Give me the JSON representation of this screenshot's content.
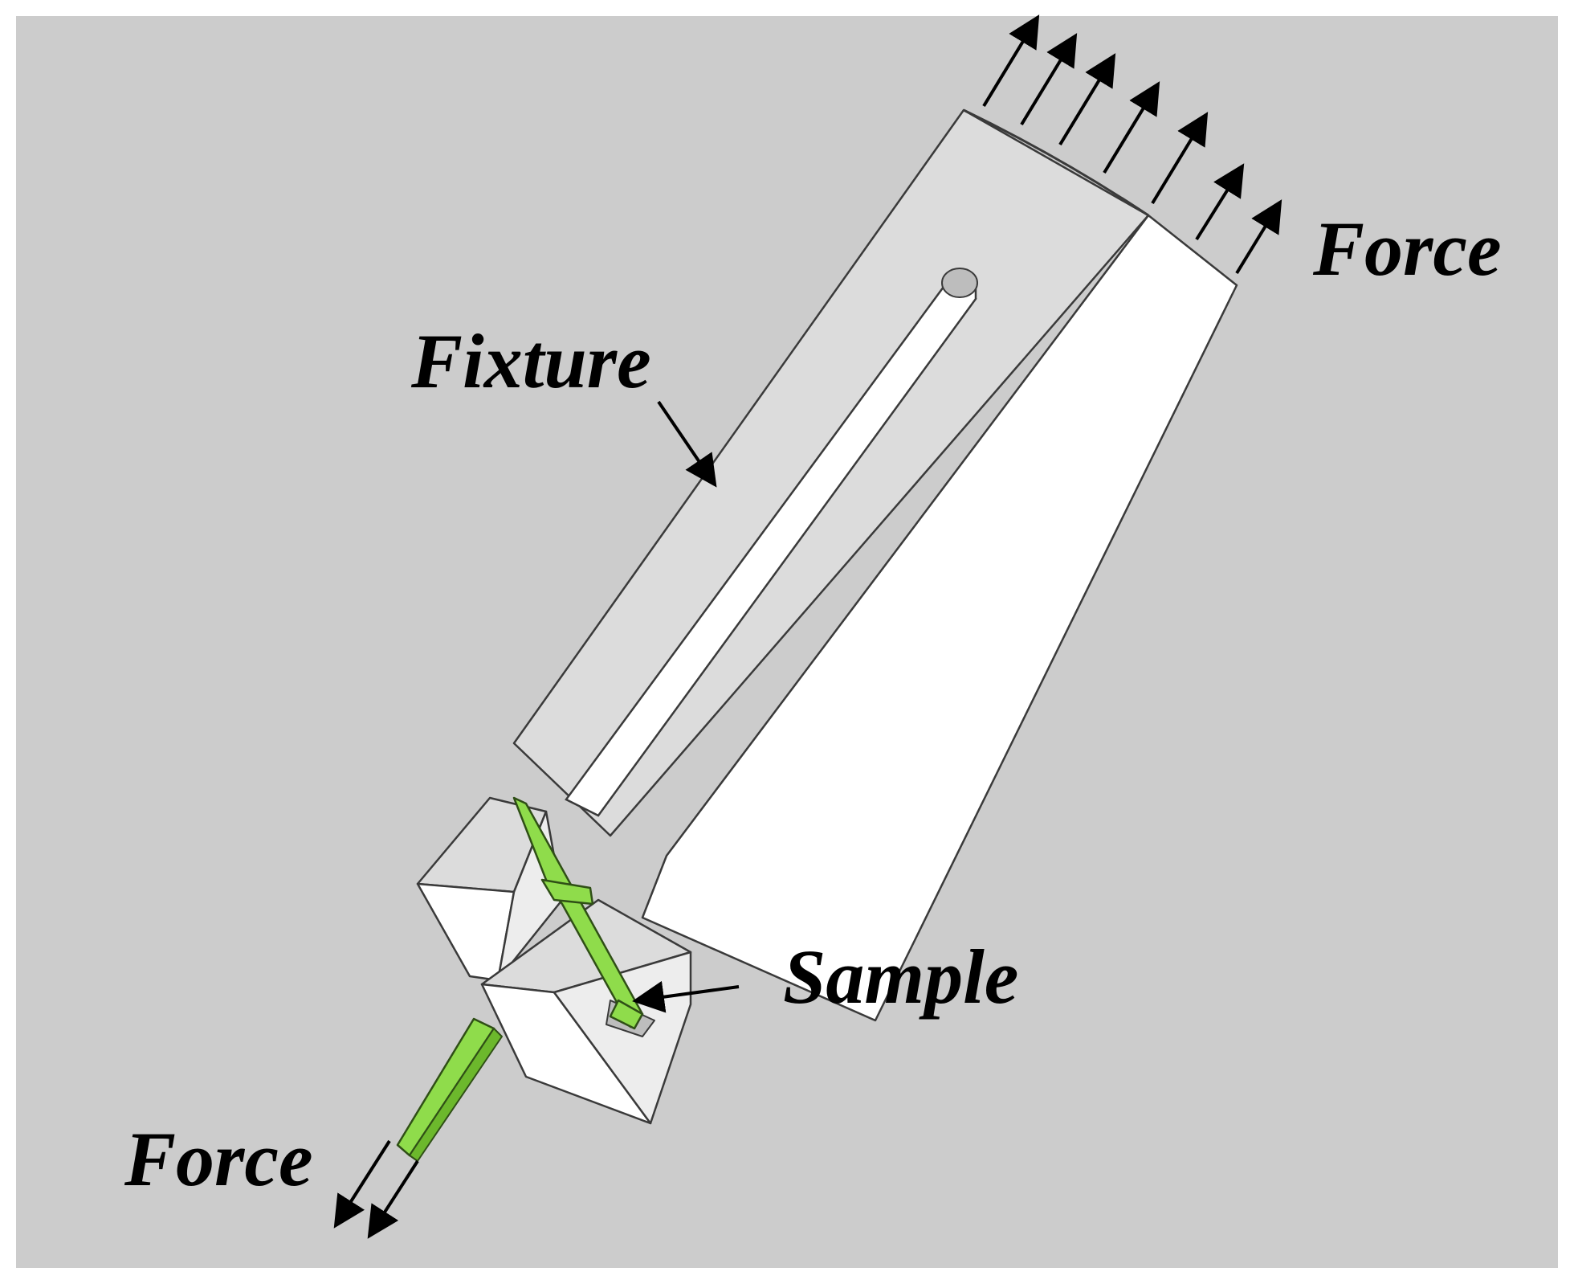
{
  "labels": {
    "force_top": "Force",
    "fixture": "Fixture",
    "sample": "Sample",
    "force_bottom": "Force"
  },
  "colors": {
    "background": "#cccccc",
    "fixture_light": "#ffffff",
    "fixture_top": "#dcdcdc",
    "sample": "#8fdc4b",
    "arrow": "#000000"
  }
}
